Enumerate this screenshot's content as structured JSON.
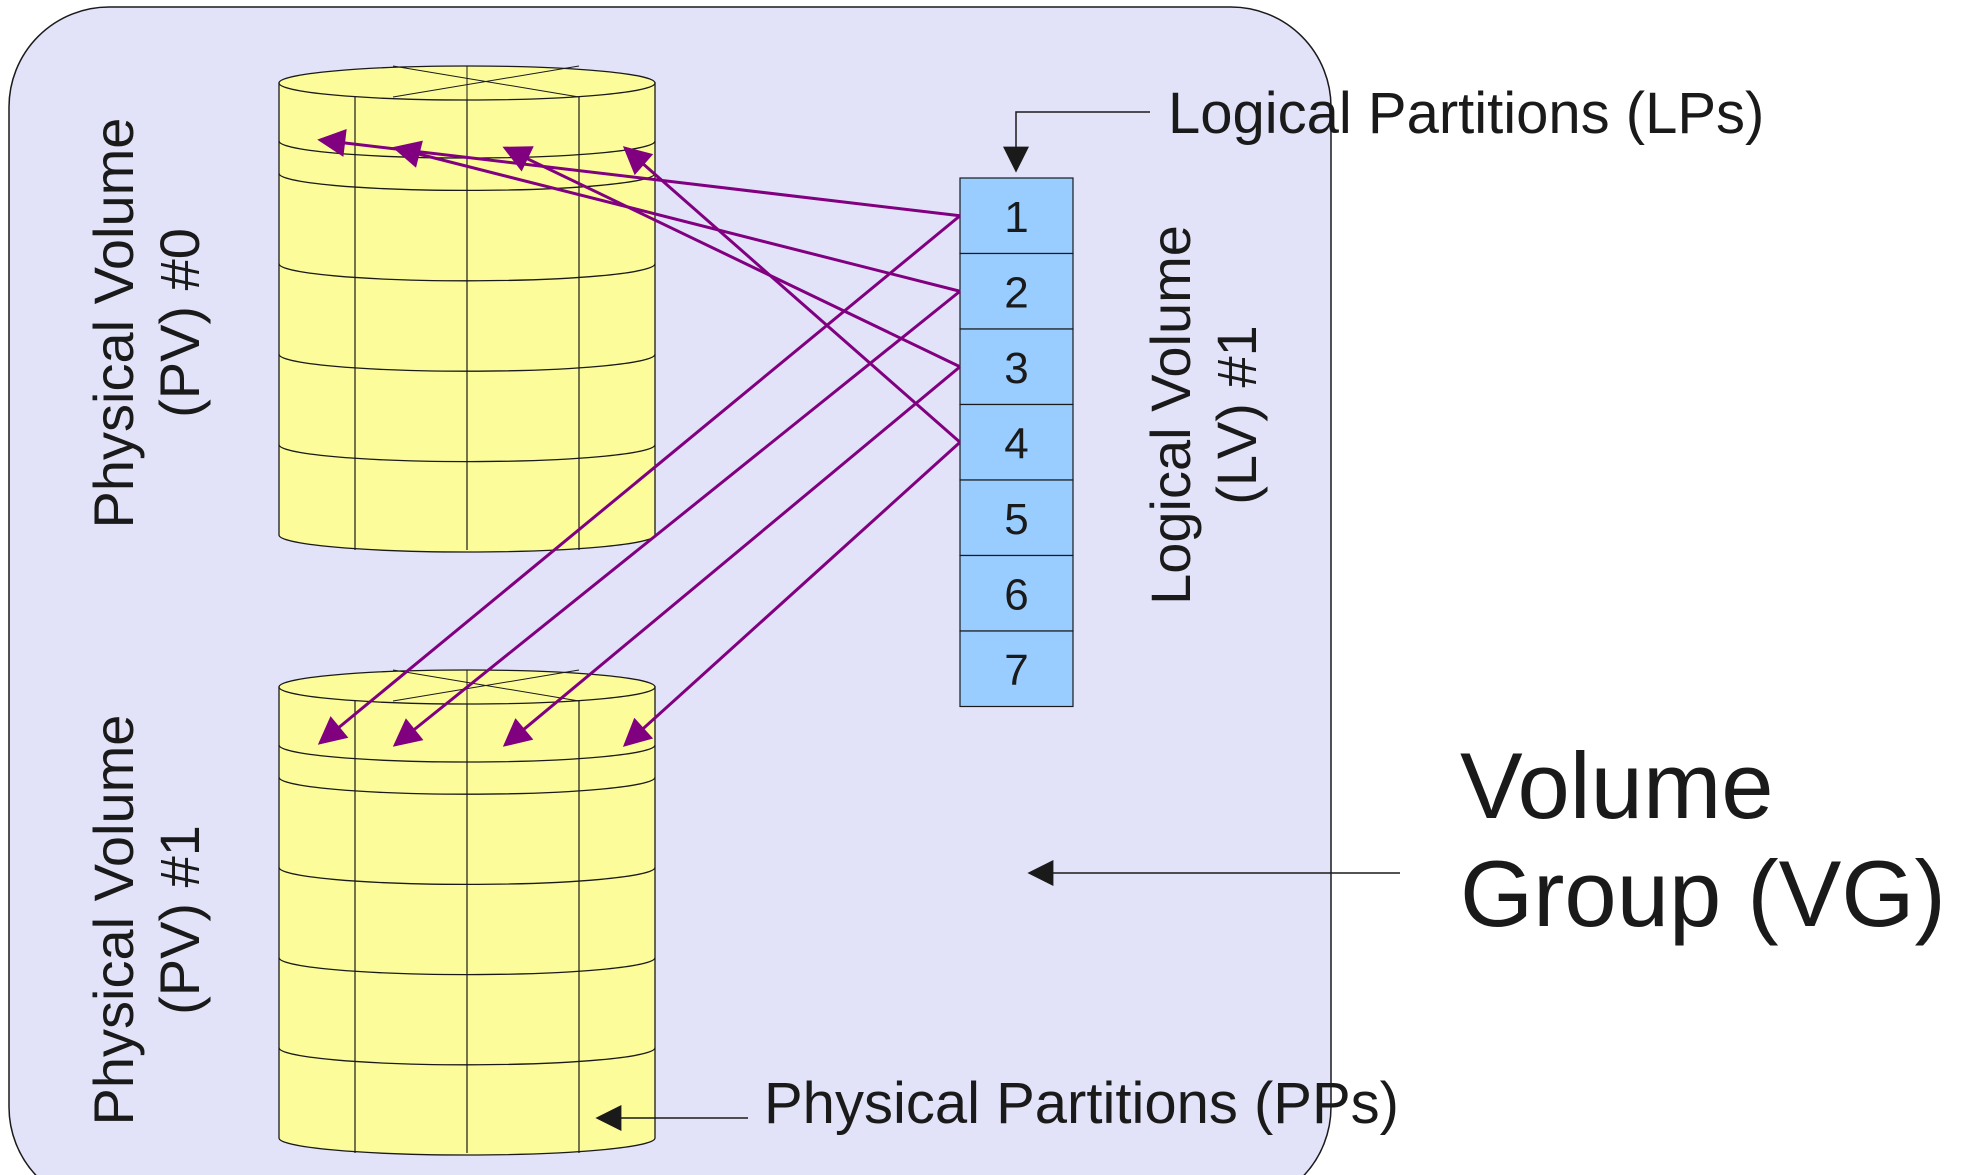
{
  "colors": {
    "volume_group_fill": "#e2e2f9",
    "disk_fill": "#fcfc9a",
    "lp_fill": "#99ccff",
    "mapping_arrow": "#800080",
    "line": "#1a1a1a"
  },
  "labels": {
    "logical_partitions": "Logical Partitions (LPs)",
    "logical_volume_line1": "Logical Volume",
    "logical_volume_line2": "(LV) #1",
    "physical_volume_0_line1": "Physical Volume",
    "physical_volume_0_line2": "(PV) #0",
    "physical_volume_1_line1": "Physical Volume",
    "physical_volume_1_line2": "(PV) #1",
    "volume_group_line1": "Volume",
    "volume_group_line2": "Group (VG)",
    "physical_partitions": "Physical Partitions (PPs)"
  },
  "logical_partitions": [
    "1",
    "2",
    "3",
    "4",
    "5",
    "6",
    "7"
  ],
  "mappings": [
    {
      "lp": "1",
      "pv0_target": 1,
      "pv1_target": 1
    },
    {
      "lp": "2",
      "pv0_target": 2,
      "pv1_target": 2
    },
    {
      "lp": "3",
      "pv0_target": 3,
      "pv1_target": 3
    },
    {
      "lp": "4",
      "pv0_target": 4,
      "pv1_target": 4
    }
  ]
}
